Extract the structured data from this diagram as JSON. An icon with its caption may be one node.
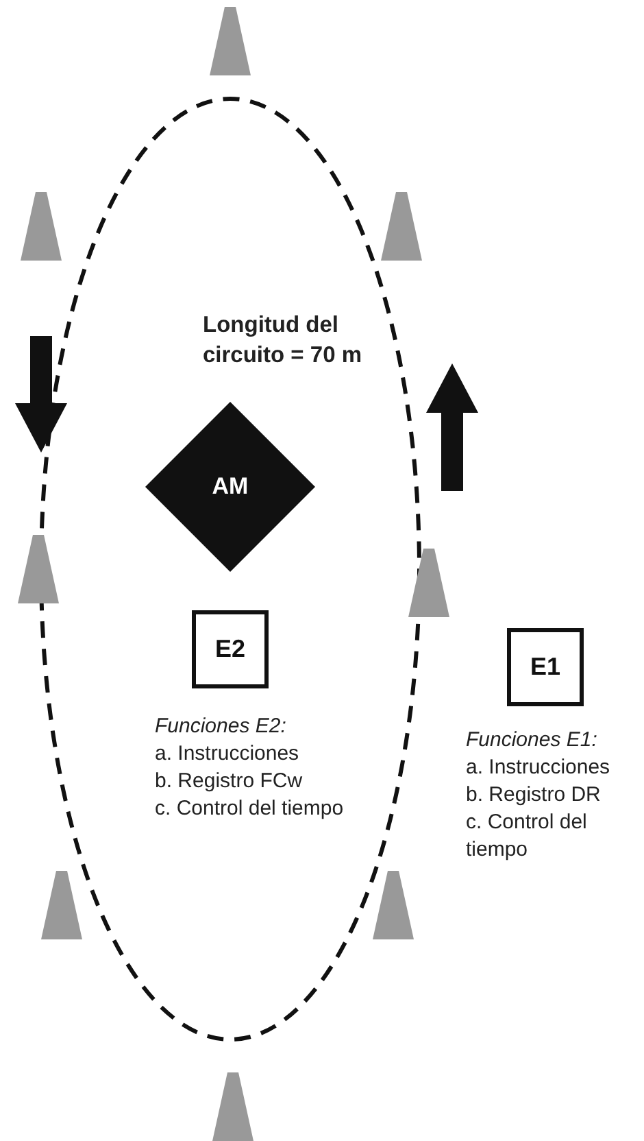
{
  "diagram": {
    "nodes": [
      {
        "text": [
          "AM"
        ]
      },
      {
        "text": [
          "E2"
        ],
        "beside": [
          "Funciones E2:",
          "a. Instrucciones",
          "b. Registro FCw",
          "c. Control del tiempo"
        ]
      },
      {
        "text": [
          "E1"
        ],
        "beside": [
          "Funciones E1:",
          "a. Instrucciones",
          "b. Registro DR",
          "c. Control del tiempo"
        ]
      }
    ],
    "edges": [],
    "labels": [
      "Longitud del circuito = 70 m"
    ]
  }
}
